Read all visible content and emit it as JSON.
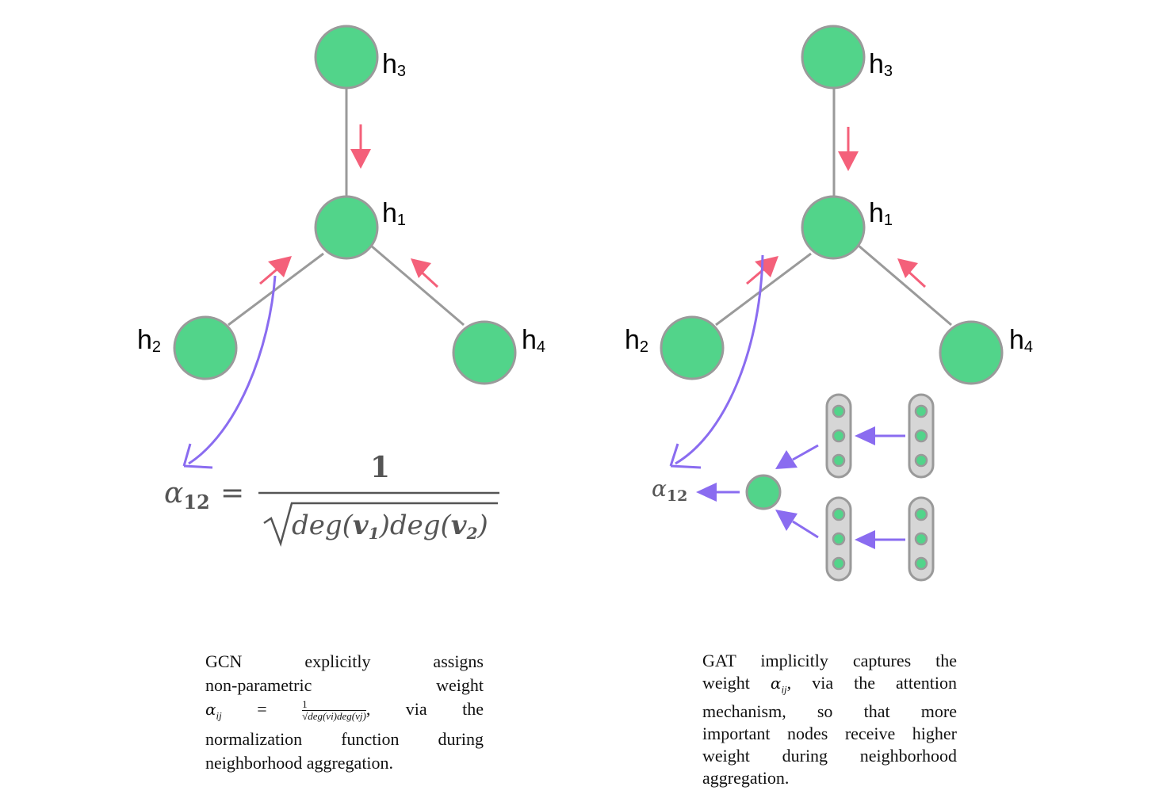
{
  "left_graph": {
    "labels": {
      "h1": "h",
      "h1_sub": "1",
      "h2": "h",
      "h2_sub": "2",
      "h3": "h",
      "h3_sub": "3",
      "h4": "h",
      "h4_sub": "4"
    },
    "formula": {
      "alpha": "α",
      "alpha_sub": "12",
      "equals": "=",
      "numerator": "1",
      "den_deg1": "deg(",
      "den_v1": "v",
      "den_v1_sub": "1",
      "den_deg2": ")deg(",
      "den_v2": "v",
      "den_v2_sub": "2",
      "den_close": ")"
    }
  },
  "right_graph": {
    "labels": {
      "h1": "h",
      "h1_sub": "1",
      "h2": "h",
      "h2_sub": "2",
      "h3": "h",
      "h3_sub": "3",
      "h4": "h",
      "h4_sub": "4"
    },
    "alpha": "α",
    "alpha_sub": "12"
  },
  "captions": {
    "gcn": {
      "line1": "GCN explicitly assigns",
      "line2": "non-parametric weight",
      "line3_a": "α",
      "line3_sub": "ij",
      "line3_eq": " = ",
      "line3_num": "1",
      "line3_den": "√deg(vi)deg(vj)",
      "line3_b": ", via the",
      "line4": "normalization function during",
      "line5": "neighborhood aggregation."
    },
    "gat": {
      "line1": "GAT implicitly captures the",
      "line2_a": "weight ",
      "line2_alpha": "α",
      "line2_sub": "ij",
      "line2_b": ", via the attention",
      "line3": "mechanism, so that more",
      "line4": "important nodes receive higher",
      "line5": "weight during neighborhood",
      "line6": "aggregation."
    }
  }
}
